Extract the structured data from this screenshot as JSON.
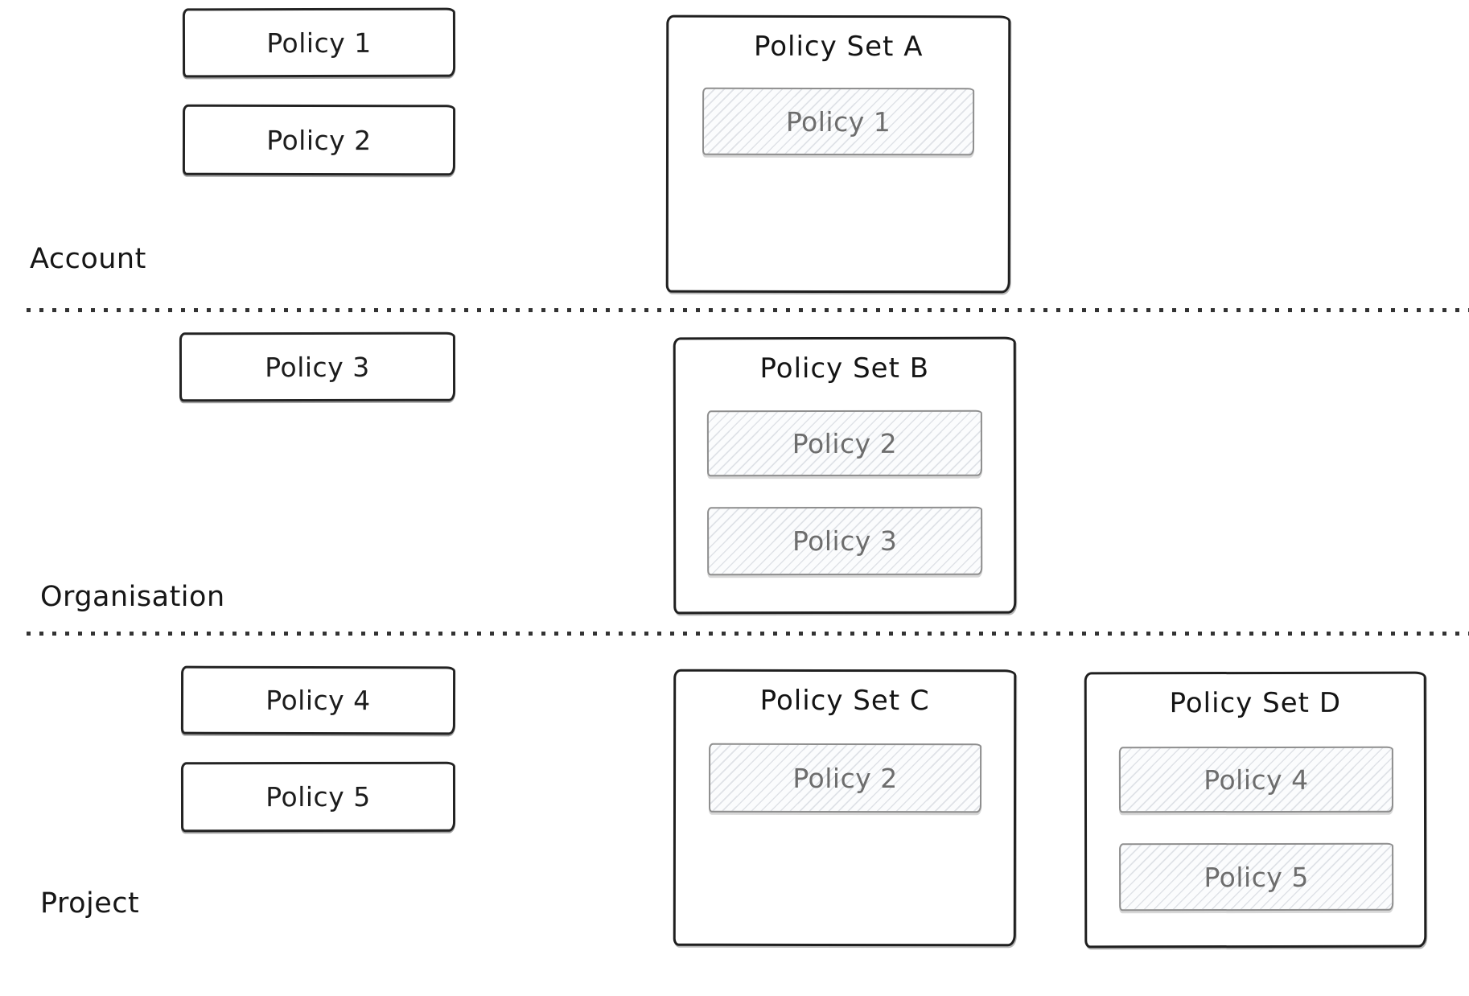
{
  "diagram": {
    "background": "#ffffff",
    "ink_color": "#1e1e1e",
    "member_border_color": "#8e8e8e",
    "member_text_color": "#6d6d6d",
    "divider_color": "#333333"
  },
  "sections": [
    {
      "label": "Account",
      "policies": [
        {
          "label": "Policy 1"
        },
        {
          "label": "Policy 2"
        }
      ],
      "policy_sets": [
        {
          "title": "Policy Set A",
          "members": [
            {
              "label": "Policy 1"
            }
          ]
        }
      ]
    },
    {
      "label": "Organisation",
      "policies": [
        {
          "label": "Policy 3"
        }
      ],
      "policy_sets": [
        {
          "title": "Policy Set B",
          "members": [
            {
              "label": "Policy 2"
            },
            {
              "label": "Policy 3"
            }
          ]
        }
      ]
    },
    {
      "label": "Project",
      "policies": [
        {
          "label": "Policy 4"
        },
        {
          "label": "Policy 5"
        }
      ],
      "policy_sets": [
        {
          "title": "Policy Set C",
          "members": [
            {
              "label": "Policy 2"
            }
          ]
        },
        {
          "title": "Policy Set D",
          "members": [
            {
              "label": "Policy 4"
            },
            {
              "label": "Policy 5"
            }
          ]
        }
      ]
    }
  ]
}
